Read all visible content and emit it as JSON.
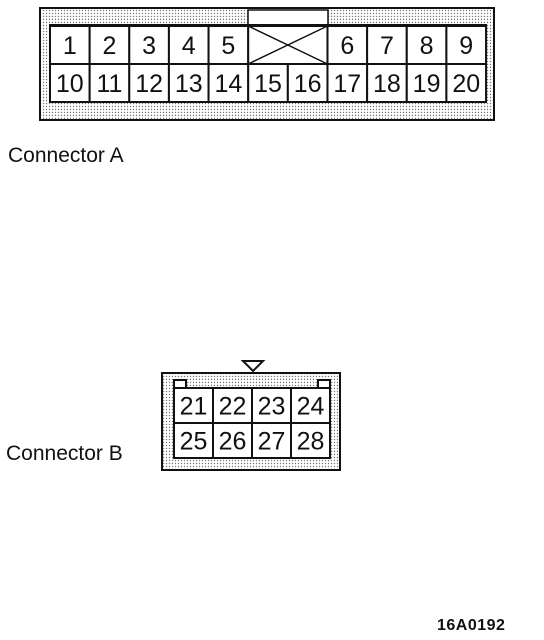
{
  "connector_a": {
    "caption": "Connector A",
    "top_row": [
      "1",
      "2",
      "3",
      "4",
      "5",
      "6",
      "7",
      "8",
      "9"
    ],
    "bottom_row": [
      "10",
      "11",
      "12",
      "13",
      "14",
      "15",
      "16",
      "17",
      "18",
      "19",
      "20"
    ]
  },
  "connector_b": {
    "caption": "Connector B",
    "top_row": [
      "21",
      "22",
      "23",
      "24"
    ],
    "bottom_row": [
      "25",
      "26",
      "27",
      "28"
    ]
  },
  "figure_code": "16A0192"
}
